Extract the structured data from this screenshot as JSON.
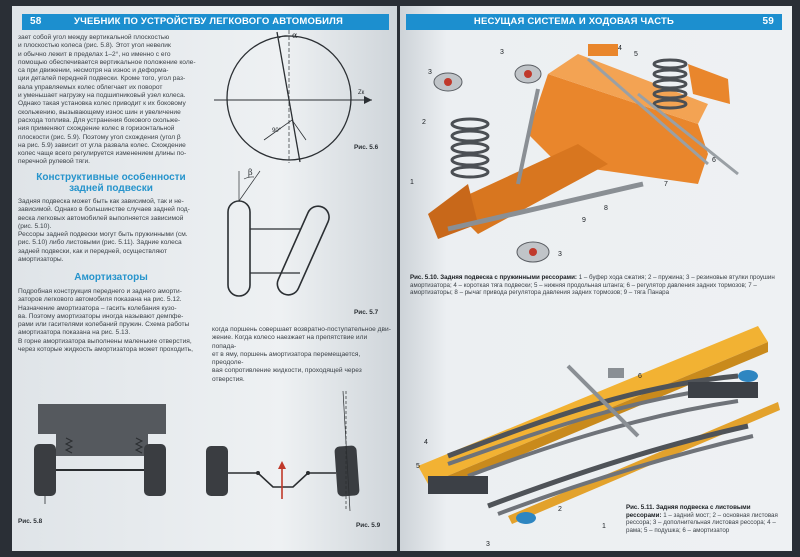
{
  "left_page": {
    "number": "58",
    "header": "УЧЕБНИК ПО УСТРОЙСТВУ ЛЕГКОВОГО АВТОМОБИЛЯ",
    "intro_lines": [
      "зает собой угол между вертикальной плоскостью",
      "и плоскостью колеса (рис. 5.8). Этот угол невелик",
      "и обычно лежит в пределах 1–2°, но именно с его",
      "помощью обеспечивается вертикальное положение коле-",
      "са при движении, несмотря на износ и деформа-",
      "ции деталей передней подвески. Кроме того, угол раз-",
      "вала управляемых колес облегчает их поворот",
      "и уменьшает нагрузку на подшипниковый узел колеса.",
      "Однако такая установка колес приводит к их боковому",
      "скольжению, вызывающему износ шин и увеличение",
      "расхода топлива. Для устранения бокового скольже-",
      "ния применяют схождение колес в горизонтальной",
      "плоскости (рис. 5.9). Поэтому угол схождения (угол β",
      "на рис. 5.9) зависит от угла развала колес. Схождение",
      "колес чаще всего регулируется изменением длины по-",
      "перечной рулевой тяги."
    ],
    "heading_rear": "Конструктивные особенности задней подвески",
    "rear_lines": [
      "Задняя подвеска может быть как зависимой, так и не-",
      "зависимой. Однако в большинстве случаев задней под-",
      "веска легковых автомобилей выполняется зависимой",
      "(рис. 5.10).",
      "Рессоры задней подвески могут быть пружинными (см.",
      "рис. 5.10) либо листовыми (рис. 5.11). Задние колеса",
      "задней подвески, как и передней, осуществляют",
      "амортизаторы."
    ],
    "heading_shock": "Амортизаторы",
    "shock_lines": [
      "Подробная конструкция переднего и заднего аморти-",
      "заторов легкового автомобиля показана на рис. 5.12.",
      "Назначение амортизатора – гасить колебания кузо-",
      "ва. Поэтому амортизаторы иногда называют демпфе-",
      "рами или гасителями колебаний пружин. Схема работы",
      "амортизатора показана на рис. 5.13.",
      "В горне амортизатора выполнены маленькие отверстия,",
      "через которые жидкость амортизатора может проходить,"
    ],
    "mid_lines": [
      "когда поршень совершает возвратно-поступательное дви-",
      "жение. Когда колесо наезжает на препятствие или попада-",
      "ет в яму, поршень амортизатора перемещается, преодоле-",
      "вая сопротивление жидкости, проходящей через отверстия."
    ],
    "figure_labels": [
      "Рис. 5.6",
      "Рис. 5.7",
      "Рис. 5.8",
      "Рис. 5.9"
    ],
    "diagram_marks": {
      "alpha": "α",
      "beta": "β",
      "angle": "90°",
      "axis": "Zк"
    }
  },
  "right_page": {
    "number": "59",
    "header": "НЕСУЩАЯ СИСТЕМА И ХОДОВАЯ ЧАСТЬ",
    "caption_510_title": "Рис. 5.10. Задняя подвеска с пружинными рессорами:",
    "caption_510_text": "1 – буфер хода сжатия; 2 – пружина; 3 – резиновые втулки проушин амортизатора; 4 – короткая тяга подвески; 5 – нижняя продольная штанга; 6 – регулятор давления задних тормозов; 7 – амортизаторы; 8 – рычаг привода регулятора давления задних тормозов; 9 – тяга Панара",
    "caption_511_title": "Рис. 5.11. Задняя подвеска с листовыми рессорами:",
    "caption_511_text": "1 – задний мост; 2 – основная листовая рессора; 3 – дополнительная листовая рессора; 4 – рама; 5 – подушка; 6 – амортизатор",
    "callouts_510": [
      "1",
      "2",
      "3",
      "4",
      "5",
      "6",
      "7",
      "8",
      "9",
      "3",
      "3"
    ],
    "callouts_511": [
      "6",
      "4",
      "2",
      "3",
      "5",
      "1"
    ]
  },
  "colors": {
    "header_blue": "#1c8fcf",
    "heading_blue": "#2694cc",
    "axle_orange": "#e9862c",
    "frame_yellow": "#f2b233",
    "spring_gray": "#6f7379"
  }
}
